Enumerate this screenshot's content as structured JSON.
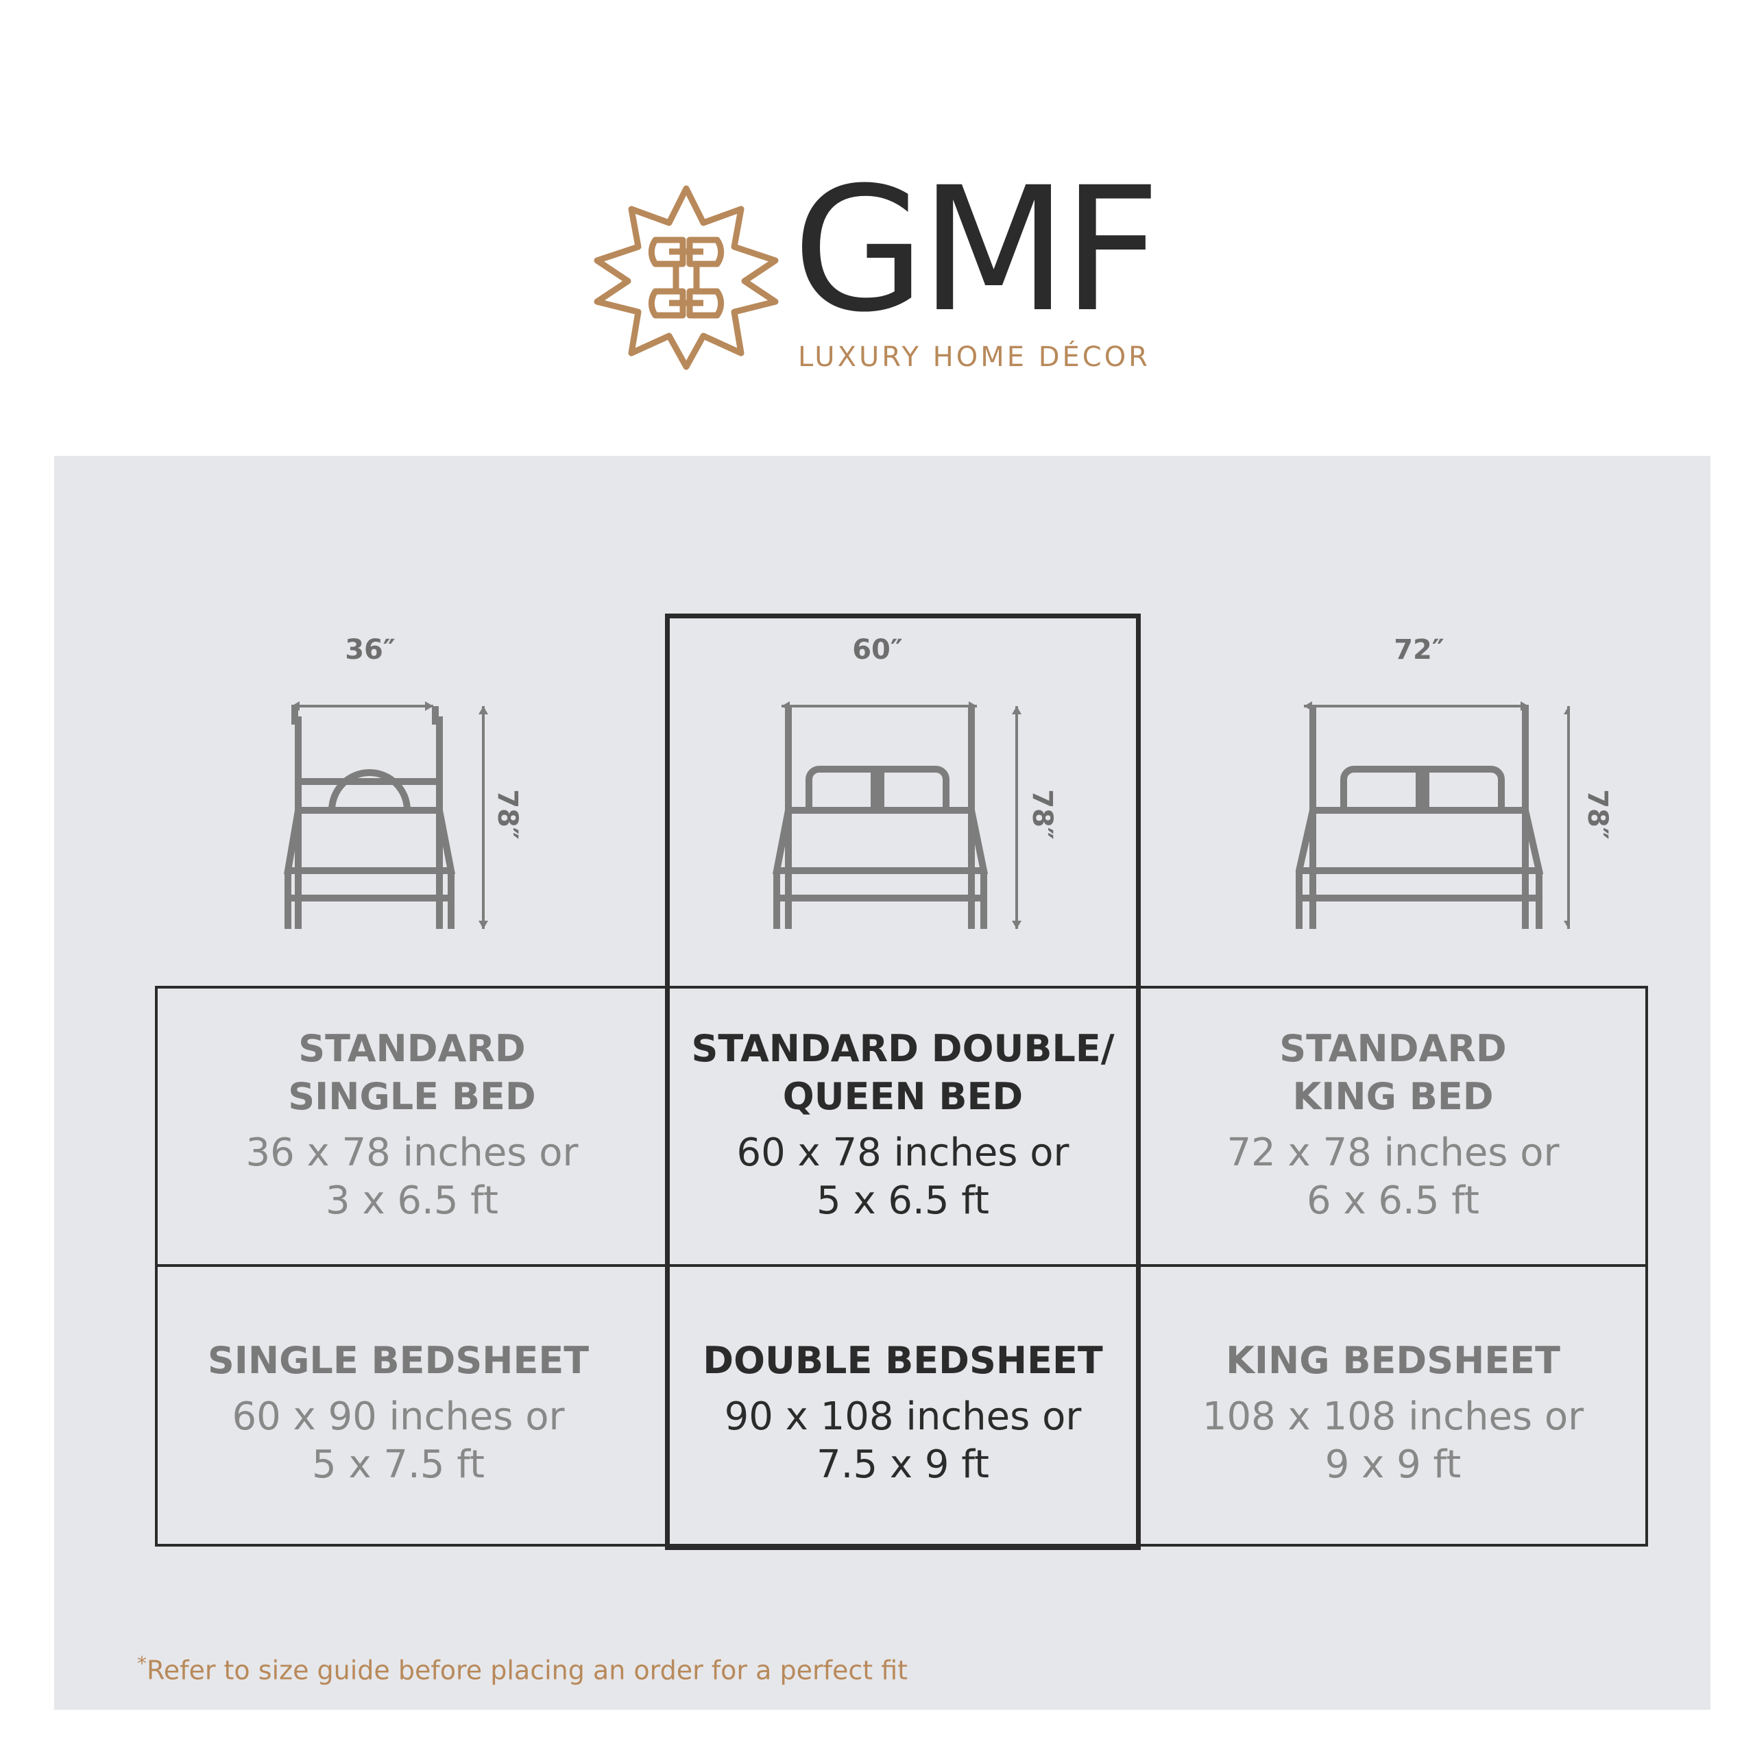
{
  "brand": {
    "name": "GMF",
    "tagline": "LUXURY HOME DÉCOR",
    "colors": {
      "gold": "#b8895a",
      "dark": "#2b2b2b"
    }
  },
  "beds": [
    {
      "width": "36″",
      "length": "78″",
      "icon": "single-bed-icon"
    },
    {
      "width": "60″",
      "length": "78″",
      "icon": "double-bed-icon"
    },
    {
      "width": "72″",
      "length": "78″",
      "icon": "king-bed-icon"
    }
  ],
  "table": {
    "rows": [
      [
        {
          "title1": "STANDARD",
          "title2": "SINGLE BED",
          "desc1": "36 x 78 inches or",
          "desc2": "3 x 6.5 ft"
        },
        {
          "title1": "STANDARD DOUBLE/",
          "title2": "QUEEN BED",
          "desc1": "60 x 78 inches or",
          "desc2": "5 x 6.5 ft"
        },
        {
          "title1": "STANDARD",
          "title2": "KING BED",
          "desc1": "72 x 78 inches or",
          "desc2": "6 x 6.5 ft"
        }
      ],
      [
        {
          "title1": "SINGLE BEDSHEET",
          "desc1": "60 x 90 inches or",
          "desc2": "5 x 7.5 ft"
        },
        {
          "title1": "DOUBLE BEDSHEET",
          "desc1": "90 x 108 inches or",
          "desc2": "7.5 x 9 ft"
        },
        {
          "title1": "KING BEDSHEET",
          "desc1": "108 x 108 inches or",
          "desc2": "9 x 9 ft"
        }
      ]
    ]
  },
  "footnote": {
    "mark": "*",
    "text": "Refer to size guide before placing an order for a perfect fit"
  }
}
